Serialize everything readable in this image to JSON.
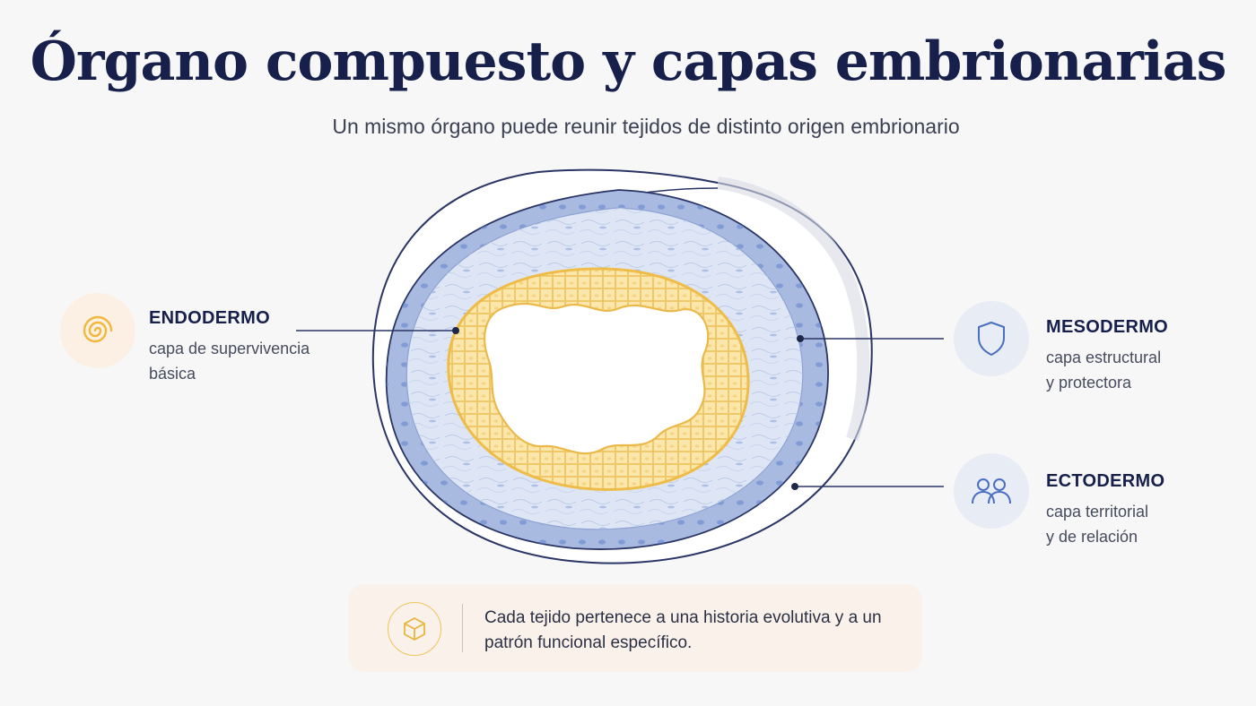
{
  "header": {
    "title": "Órgano compuesto y capas embrionarias",
    "subtitle": "Un mismo órgano puede reunir tejidos de distinto origen embrionario"
  },
  "layers": {
    "endodermo": {
      "name": "ENDODERMO",
      "description": "capa de supervivencia\nbásica",
      "icon": "spiral-icon",
      "color": "#f2c14e"
    },
    "mesodermo": {
      "name": "MESODERMO",
      "description": "capa estructural\ny protectora",
      "icon": "shield-icon",
      "color": "#4a6fc1"
    },
    "ectodermo": {
      "name": "ECTODERMO",
      "description": "capa territorial\ny de relación",
      "icon": "people-icon",
      "color": "#4a6fc1"
    }
  },
  "note": {
    "text": "Cada tejido pertenece a una historia evolutiva y a un patrón funcional específico.",
    "icon": "cube-icon",
    "color": "#efc45c"
  },
  "colors": {
    "title": "#16204a",
    "outer_layer": "#9fb2dc",
    "middle_layer": "#dfe7f5",
    "inner_epithelium": "#fbe8b0"
  }
}
